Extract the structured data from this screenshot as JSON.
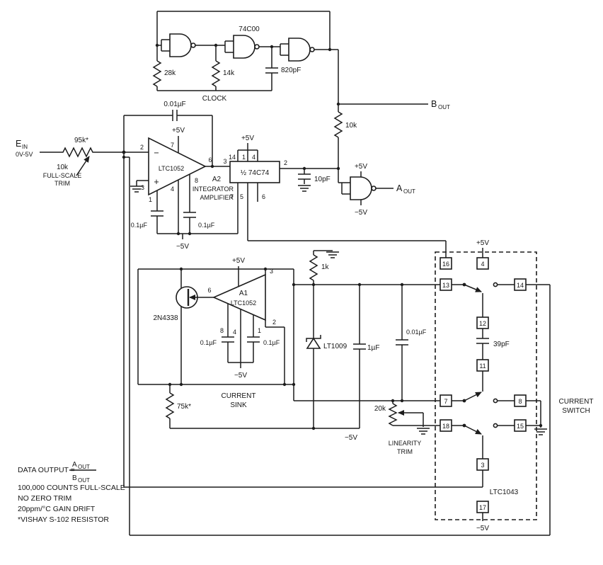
{
  "colors": {
    "ink": "#1c1c1c",
    "paper": "#ffffff"
  },
  "oscillator": {
    "ic": "74C00",
    "r1": "28k",
    "r2": "14k",
    "c1": "820pF",
    "caption": "CLOCK"
  },
  "outputs": {
    "b_main": "B",
    "b_sub": "OUT",
    "a_main": "A",
    "a_sub": "OUT"
  },
  "gate_out": {
    "r": "10k",
    "c": "10pF",
    "vplus": "+5V",
    "vminus": "−5V"
  },
  "input": {
    "e_main": "E",
    "e_sub": "IN",
    "range": "0V-5V",
    "r": "95k*",
    "pot": "10k",
    "trim1": "FULL-SCALE",
    "trim2": "TRIM"
  },
  "a2": {
    "fb_cap": "0.01µF",
    "vplus": "+5V",
    "pin7": "7",
    "pin2": "2",
    "pin3": "3",
    "pin6": "6",
    "pin1": "1",
    "pin4": "4",
    "pin8": "8",
    "minus": "−",
    "plus": "+",
    "part": "LTC1052",
    "name": "A2",
    "desc1": "INTEGRATOR",
    "desc2": "AMPLIFIER",
    "cap1": "0.1µF",
    "cap2": "0.1µF",
    "vminus": "−5V"
  },
  "ff": {
    "label": "½ 74C74",
    "vplus": "+5V",
    "pin14": "14",
    "pin1": "1",
    "pin4": "4",
    "pin2": "2",
    "pin3": "3",
    "pin7": "7",
    "pin5": "5",
    "pin6": "6"
  },
  "a1": {
    "vplus": "+5V",
    "pin3": "3",
    "pin2": "2",
    "pin6": "6",
    "pin8": "8",
    "pin4": "4",
    "pin1": "1",
    "name": "A1",
    "part": "LTC1052",
    "jfet": "2N4338",
    "cap1": "0.1µF",
    "cap2": "0.1µF",
    "vminus": "−5V",
    "r": "75k*",
    "caption1": "CURRENT",
    "caption2": "SINK"
  },
  "reference": {
    "r": "1k",
    "zener": "LT1009",
    "cap": "1µF",
    "vminus": "−5V"
  },
  "linearity": {
    "cap": "0.01µF",
    "r": "20k",
    "t1": "LINEARITY",
    "t2": "TRIM"
  },
  "ltc1043": {
    "part": "LTC1043",
    "cap": "39pF",
    "vplus": "+5V",
    "vminus": "−5V",
    "caption1": "CURRENT",
    "caption2": "SWITCH",
    "p16": "16",
    "p13": "13",
    "p4": "4",
    "p14": "14",
    "p12": "12",
    "p11": "11",
    "p7": "7",
    "p8": "8",
    "p18": "18",
    "p15": "15",
    "p3": "3",
    "p17": "17"
  },
  "notes": {
    "prefix": "DATA OUTPUT =",
    "num_main": "A",
    "num_sub": "OUT",
    "den_main": "B",
    "den_sub": "OUT",
    "l2": "100,000 COUNTS FULL-SCALE",
    "l3": "NO ZERO TRIM",
    "l4": "20ppm/°C GAIN DRIFT",
    "l5": "*VISHAY S-102 RESISTOR"
  }
}
